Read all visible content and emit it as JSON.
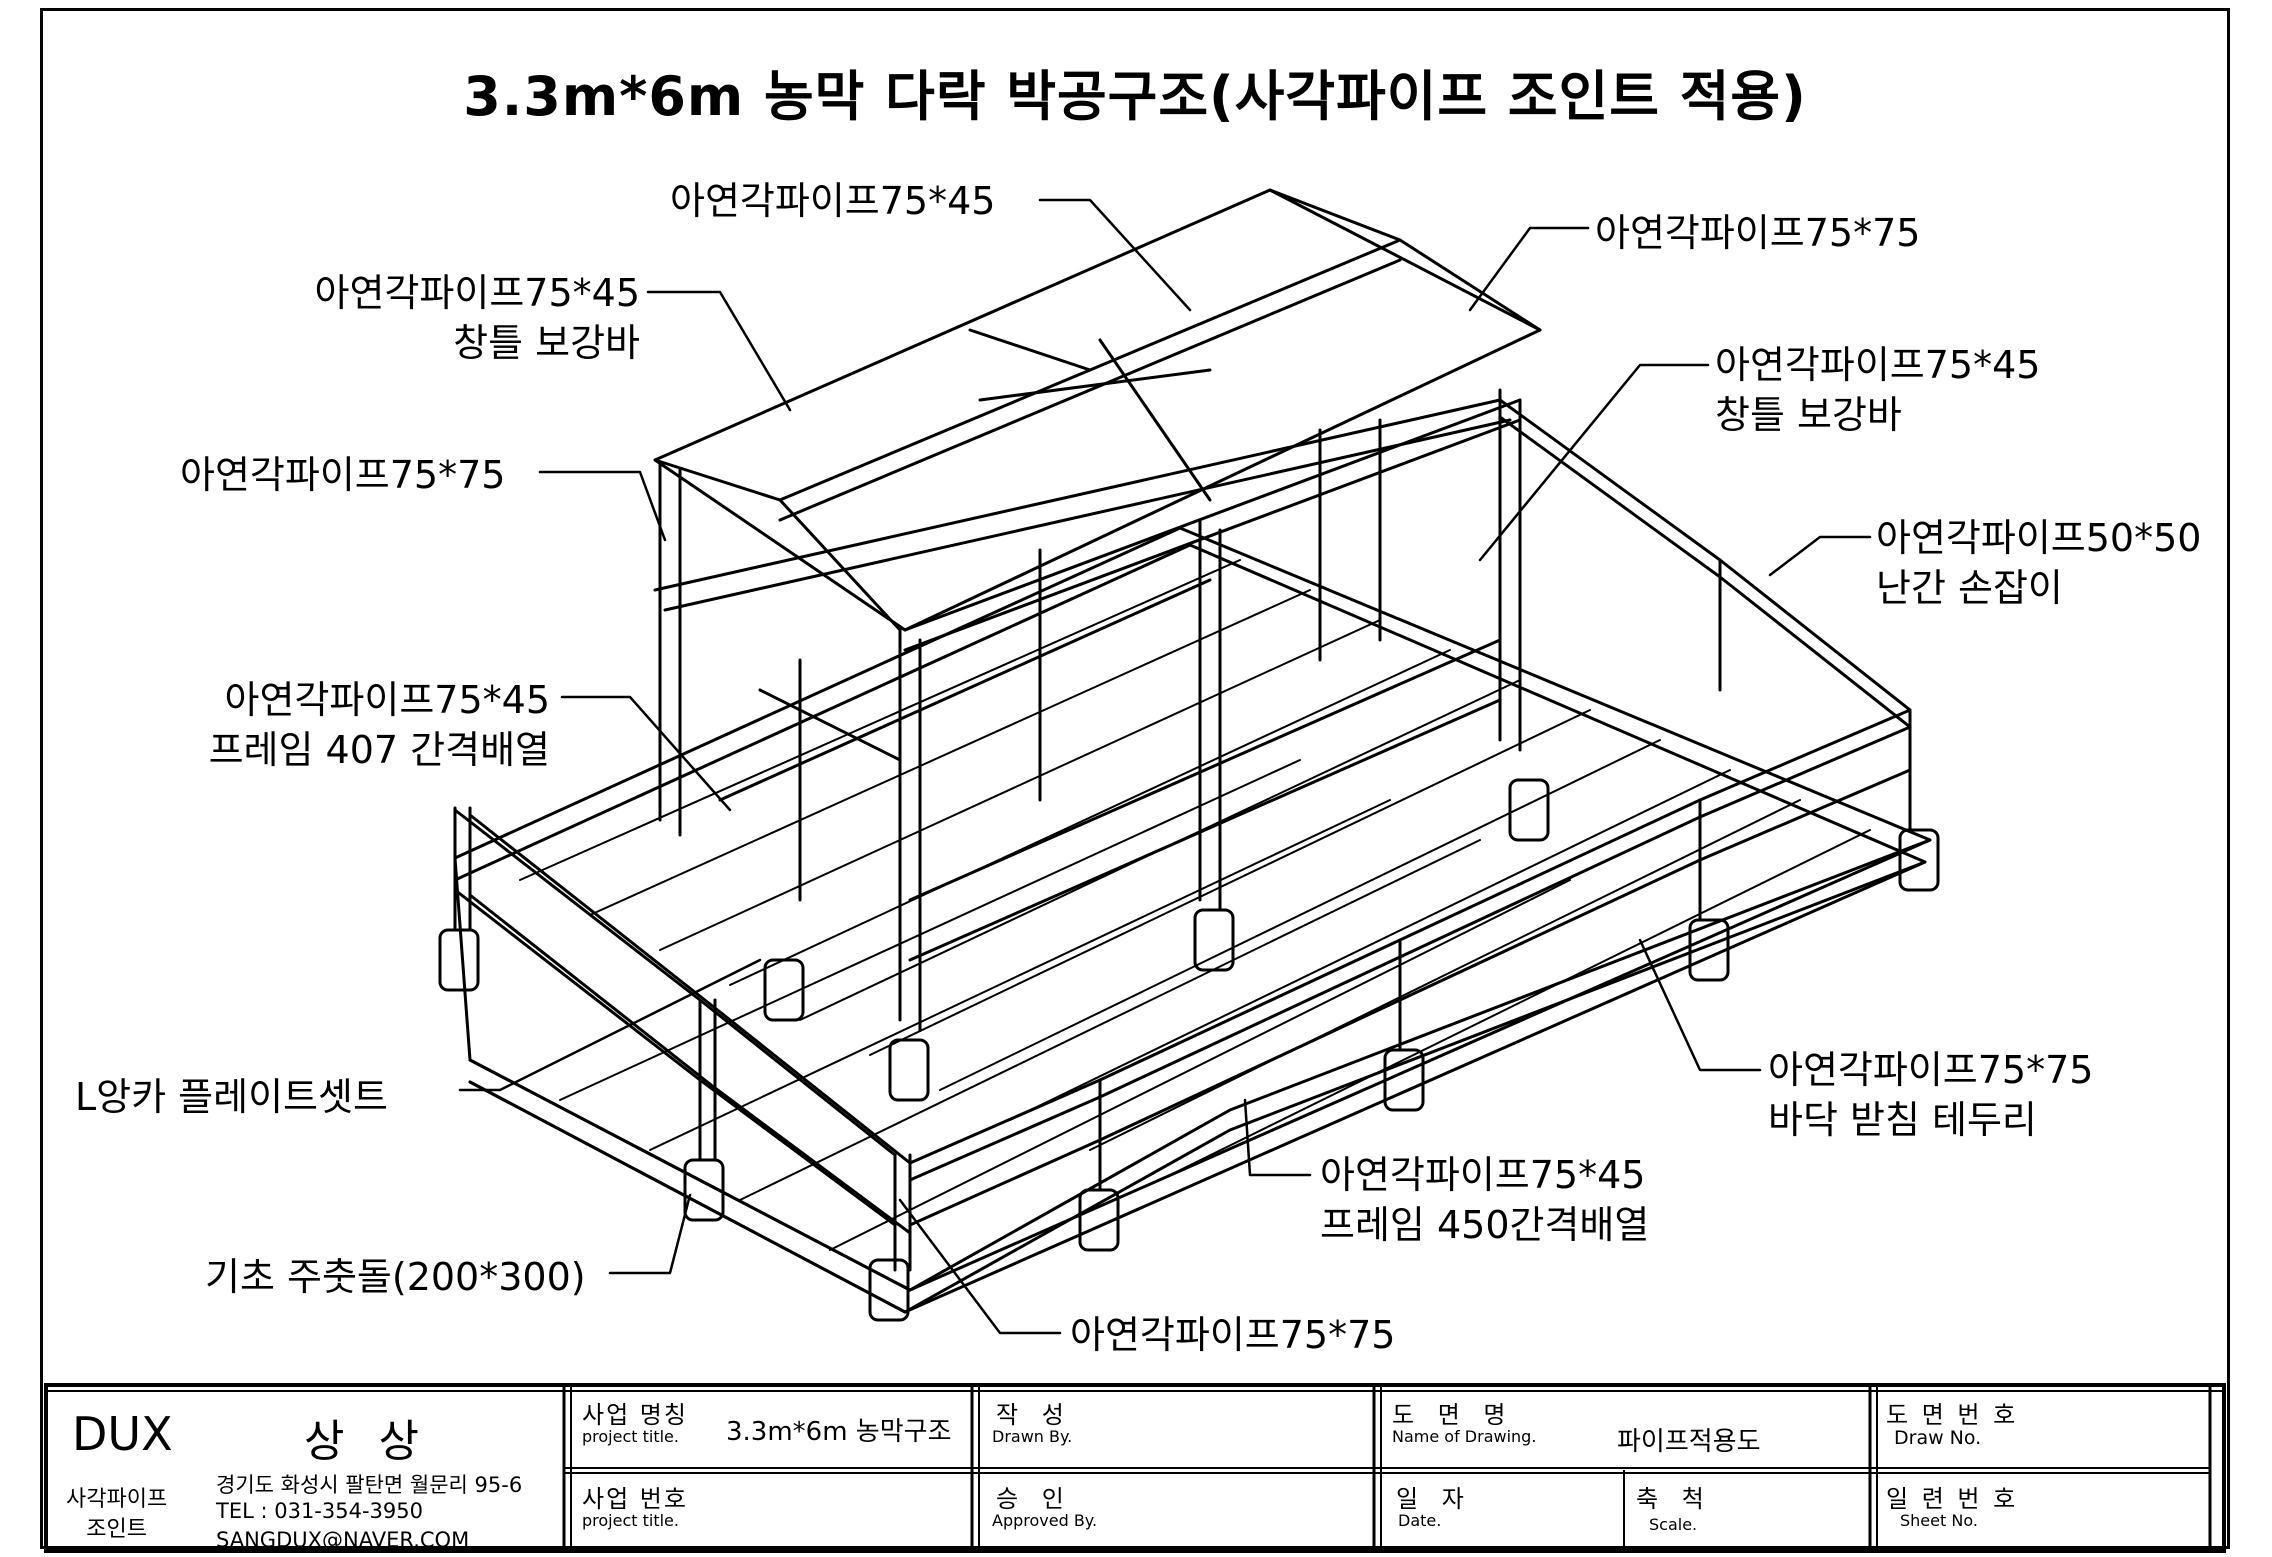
{
  "title": "3.3m*6m 농막 다락 박공구조(사각파이프 조인트 적용)",
  "labels": {
    "top_center": "아연각파이프75*45",
    "top_left": [
      "아연각파이프75*45",
      "창틀 보강바"
    ],
    "left_1": "아연각파이프75*75",
    "left_2": [
      "아연각파이프75*45",
      "프레임 407 간격배열"
    ],
    "left_anchor": "L앙카 플레이트셋트",
    "left_base": "기초 주춧돌(200*300)",
    "right_top": "아연각파이프75*75",
    "right_2": [
      "아연각파이프75*45",
      "창틀 보강바"
    ],
    "right_3": [
      "아연각파이프50*50",
      "난간 손잡이"
    ],
    "right_4": [
      "아연각파이프75*75",
      "바닥 받침 테두리"
    ],
    "bottom_mid": [
      "아연각파이프75*45",
      "프레임 450간격배열"
    ],
    "bottom": "아연각파이프75*75"
  },
  "title_block": {
    "company_en": "DUX",
    "company_ko": "상 상",
    "company_sub": [
      "사각파이프",
      "조인트"
    ],
    "address": "경기도 화성시 팔탄면 월문리 95-6",
    "tel": "TEL : 031-354-3950",
    "email": "SANGDUX@NAVER.COM",
    "project_name_ko": "사업 명칭",
    "project_name_en": "project title.",
    "project_name_value": "3.3m*6m 농막구조",
    "drawn_ko": "작 성",
    "drawn_en": "Drawn By.",
    "drawing_name_ko": "도 면 명",
    "drawing_name_en": "Name of Drawing.",
    "drawing_name_value": "파이프적용도",
    "draw_no_ko": "도 면 번 호",
    "draw_no_en": "Draw No.",
    "project_no_ko": "사업 번호",
    "project_no_en": "project title.",
    "approved_ko": "승 인",
    "approved_en": "Approved By.",
    "date_ko": "일 자",
    "date_en": "Date.",
    "scale_ko": "축 척",
    "scale_en": "Scale.",
    "sheet_no_ko": "일 련 번 호",
    "sheet_no_en": "Sheet No."
  }
}
